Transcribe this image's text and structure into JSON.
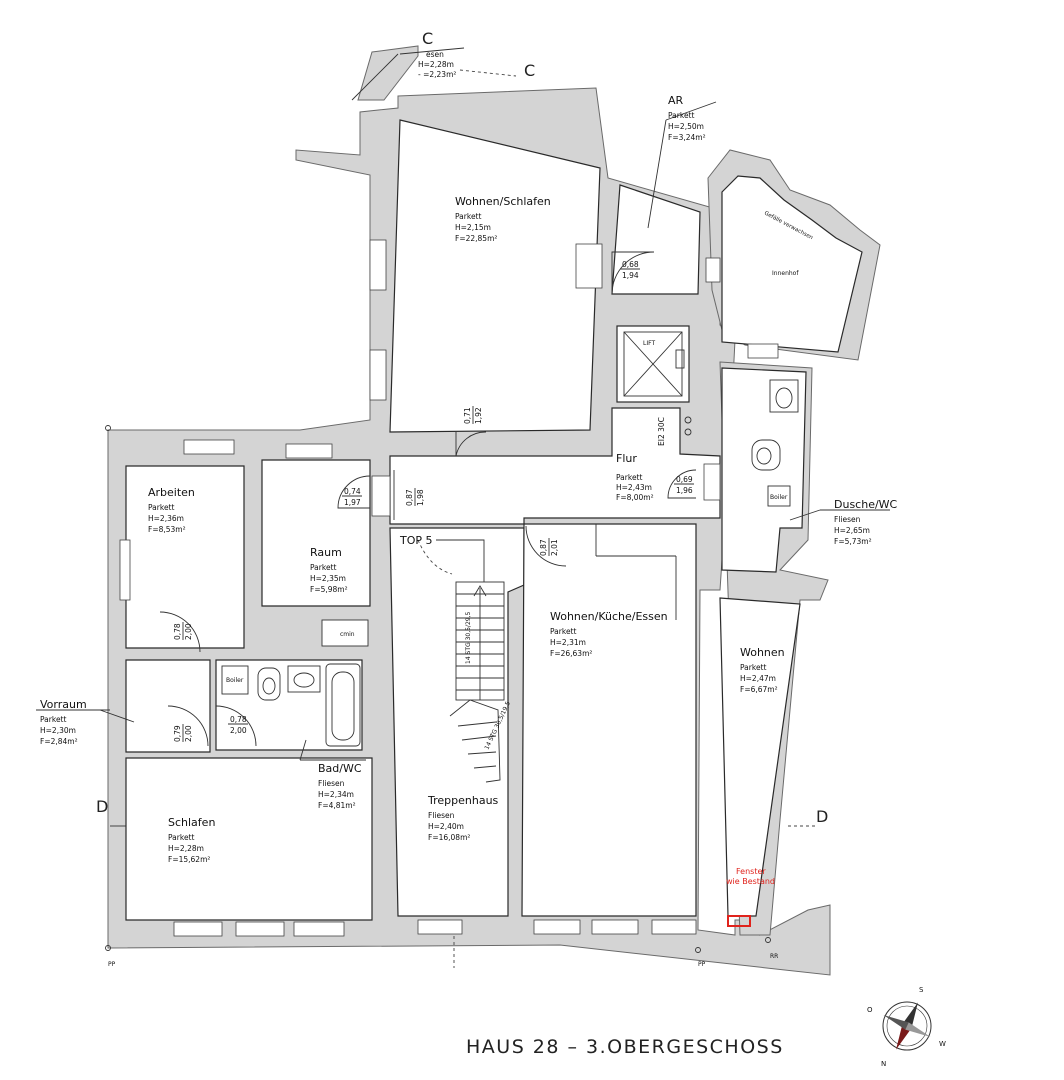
{
  "title": "HAUS 28 – 3.OBERGESCHOSS",
  "top_label": "TOP 5",
  "sections": {
    "c_top": "C",
    "c_right": "C",
    "d_left": "D",
    "d_right": "D"
  },
  "rooms": {
    "wohnen_schlafen": {
      "name": "Wohnen/Schlafen",
      "floor": "Parkett",
      "height": "H=2,15m",
      "area": "F=22,85m²"
    },
    "ar": {
      "name": "AR",
      "floor": "Parkett",
      "height": "H=2,50m",
      "area": "F=3,24m²"
    },
    "arbeiten": {
      "name": "Arbeiten",
      "floor": "Parkett",
      "height": "H=2,36m",
      "area": "F=8,53m²"
    },
    "raum": {
      "name": "Raum",
      "floor": "Parkett",
      "height": "H=2,35m",
      "area": "F=5,98m²"
    },
    "flur": {
      "name": "Flur",
      "floor": "Parkett",
      "height": "H=2,43m",
      "area": "F=8,00m²"
    },
    "dusche_wc": {
      "name": "Dusche/WC",
      "floor": "Fliesen",
      "height": "H=2,65m",
      "area": "F=5,73m²"
    },
    "vorraum": {
      "name": "Vorraum",
      "floor": "Parkett",
      "height": "H=2,30m",
      "area": "F=2,84m²"
    },
    "bad_wc": {
      "name": "Bad/WC",
      "floor": "Fliesen",
      "height": "H=2,34m",
      "area": "F=4,81m²"
    },
    "schlafen": {
      "name": "Schlafen",
      "floor": "Parkett",
      "height": "H=2,28m",
      "area": "F=15,62m²"
    },
    "treppenhaus": {
      "name": "Treppenhaus",
      "floor": "Fliesen",
      "height": "H=2,40m",
      "area": "F=16,08m²"
    },
    "wohnen_kueche": {
      "name": "Wohnen/Küche/Essen",
      "floor": "Parkett",
      "height": "H=2,31m",
      "area": "F=26,63m²"
    },
    "wohnen": {
      "name": "Wohnen",
      "floor": "Parkett",
      "height": "H=2,47m",
      "area": "F=6,67m²"
    },
    "neighbor": {
      "name": "esen",
      "height": "H=2,28m",
      "area": "- =2,23m²"
    }
  },
  "doors": {
    "d1": {
      "w": "0,68",
      "h": "1,94"
    },
    "d2": {
      "w": "0,71",
      "h": "1,92"
    },
    "d3": {
      "w": "0,74",
      "h": "1,97"
    },
    "d4": {
      "w": "0,87",
      "h": "1,98"
    },
    "d5": {
      "w": "0,69",
      "h": "1,96"
    },
    "d6": {
      "w": "0,87",
      "h": "2,01"
    },
    "d7": {
      "w": "0,78",
      "h": "2,00"
    },
    "d8": {
      "w": "0,79",
      "h": "2,00"
    },
    "d9": {
      "w": "0,78",
      "h": "2,00"
    }
  },
  "labels": {
    "lift": "LIFT",
    "ei2": "EI2 30C",
    "boiler1": "Boiler",
    "boiler2": "Boiler",
    "innenhof": "Innenhof",
    "gefaelle": "Gefälle verwachsen",
    "cmin": "cmin",
    "stair_main": "14 STG 30,5/29,5",
    "stair_low": "14 STG 30,5/19,5",
    "pp1": "PP",
    "pp2": "PP",
    "rr": "RR",
    "fenster_line1": "Fenster",
    "fenster_line2": "wie Bestand"
  },
  "compass": {
    "n": "N",
    "s": "S",
    "o": "O",
    "w": "W"
  }
}
